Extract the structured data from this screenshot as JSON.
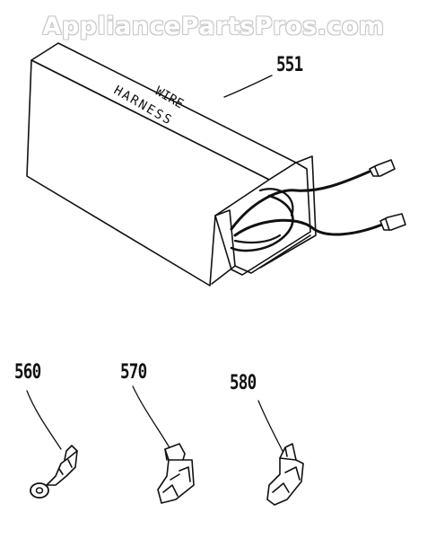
{
  "watermark": "AppliancePartsPros.com",
  "box": {
    "label_line1": "WIRE",
    "label_line2": "HARNESS"
  },
  "parts": [
    {
      "number": "551",
      "description": ""
    },
    {
      "number": "560",
      "description": ""
    },
    {
      "number": "570",
      "description": ""
    },
    {
      "number": "580",
      "description": ""
    }
  ],
  "colors": {
    "line": "#111111",
    "watermark_outline": "#c8c8c8",
    "background": "#ffffff"
  }
}
